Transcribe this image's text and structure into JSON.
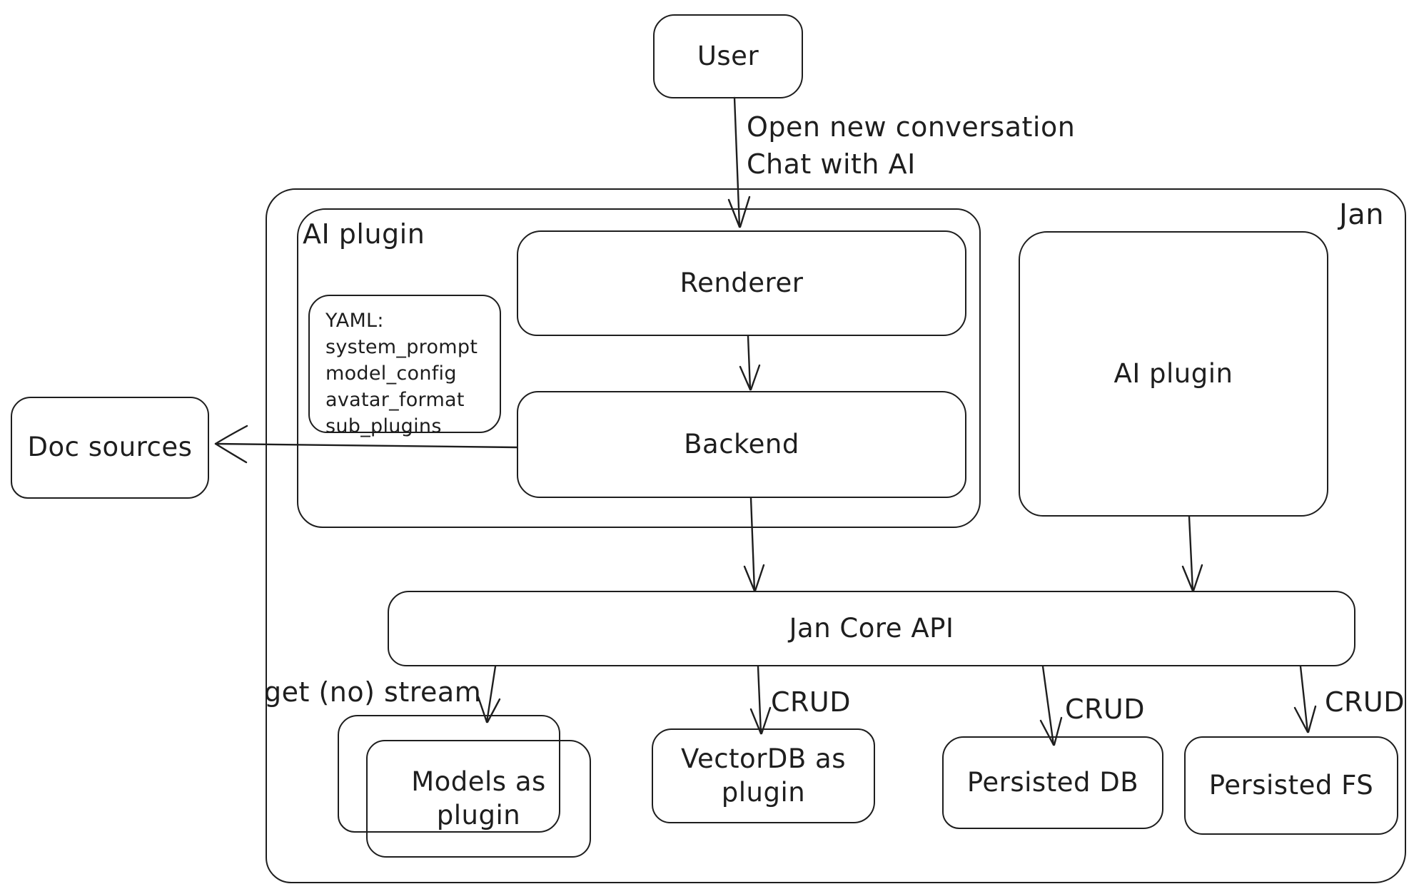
{
  "colors": {
    "stroke": "#1e1e1e",
    "background": "#ffffff"
  },
  "containers": {
    "jan": {
      "label": "Jan"
    },
    "ai_plugin": {
      "label": "AI plugin"
    }
  },
  "nodes": {
    "user": {
      "label": "User"
    },
    "renderer": {
      "label": "Renderer"
    },
    "backend": {
      "label": "Backend"
    },
    "yaml_note": {
      "lines": [
        "YAML:",
        "system_prompt",
        "model_config",
        "avatar_format",
        "sub_plugins"
      ]
    },
    "doc_sources": {
      "label": "Doc sources"
    },
    "ai_plugin_right": {
      "label": "AI plugin"
    },
    "jan_core_api": {
      "label": "Jan Core API"
    },
    "models_as_plugin": {
      "label": "Models as plugin"
    },
    "vectordb": {
      "label": "VectorDB as plugin"
    },
    "persisted_db": {
      "label": "Persisted DB"
    },
    "persisted_fs": {
      "label": "Persisted FS"
    }
  },
  "edges": {
    "user_to_renderer": {
      "lines": [
        "Open new conversation",
        "Chat with AI"
      ]
    },
    "api_to_models": {
      "label": "get (no) stream"
    },
    "api_to_vectordb": {
      "label": "CRUD"
    },
    "api_to_persisted_db": {
      "label": "CRUD"
    },
    "api_to_persisted_fs": {
      "label": "CRUD"
    }
  }
}
